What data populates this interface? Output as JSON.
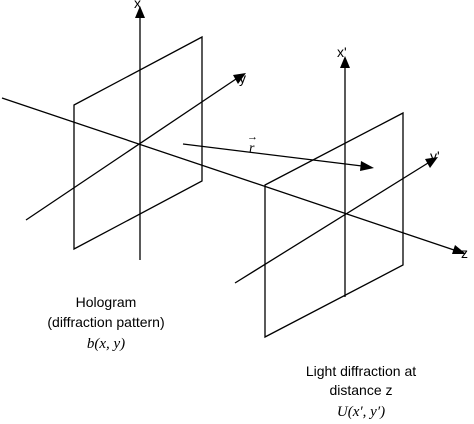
{
  "axes": {
    "x": "x",
    "y": "y",
    "x_prime": "x'",
    "y_prime": "y'",
    "z": "z"
  },
  "vector": {
    "label": "r",
    "arrow_symbol": "→"
  },
  "hologram": {
    "title": "Hologram",
    "subtitle": "(diffraction pattern)",
    "function": "b(x, y)"
  },
  "diffraction": {
    "line1": "Light diffraction at",
    "line2": "distance z",
    "function": "U(x′, y′)"
  }
}
